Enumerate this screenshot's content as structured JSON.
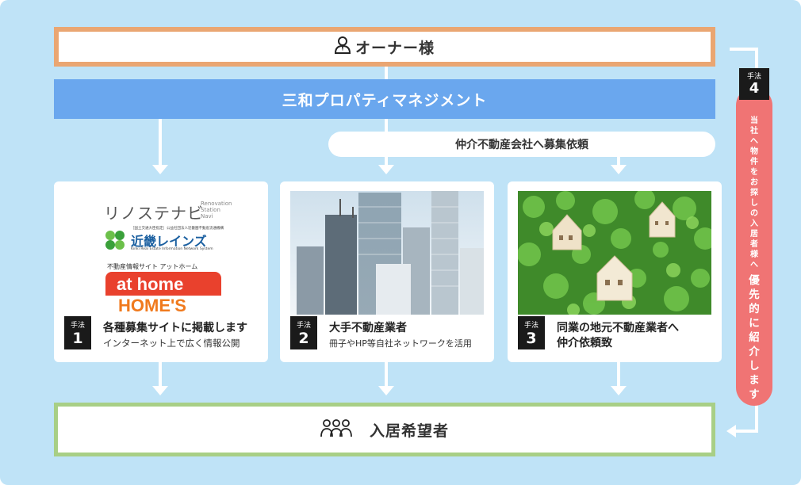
{
  "owner": {
    "label": "オーナー様",
    "icon": "person-icon"
  },
  "company": {
    "label": "三和プロパティマネジメント"
  },
  "request": {
    "label": "仲介不動産会社へ募集依頼"
  },
  "methods": [
    {
      "badge_top": "手法",
      "badge_num": "1",
      "title": "各種募集サイトに掲載します",
      "sub": "インターネット上で広く情報公開",
      "logos": {
        "renostay": "リノステナビ",
        "renostay_en1": "Renovation",
        "renostay_en2": "Station",
        "renostay_en3": "Navi",
        "kinki_small": "［国土交通大臣指定］公益社団法人近畿圏不動産流通機構",
        "kinki": "近畿レインズ",
        "kinki_en": "Kinki Real Estate Information Network System",
        "athome_caption": "不動産情報サイト アットホーム",
        "athome": "at home",
        "homes": "HOME'S"
      }
    },
    {
      "badge_top": "手法",
      "badge_num": "2",
      "title": "大手不動産業者",
      "sub": "冊子やHP等自社ネットワークを活用"
    },
    {
      "badge_top": "手法",
      "badge_num": "3",
      "title": "同業の地元不動産業者へ",
      "title2": "仲介依頼致"
    }
  ],
  "applicant": {
    "label": "入居希望者",
    "icon": "group-icon"
  },
  "method4": {
    "badge_top": "手法",
    "badge_num": "4",
    "text_small": "当社へ物件をお探しの入居者様へ",
    "text_big": "優先的に紹介します"
  },
  "colors": {
    "background": "#bfe3f7",
    "owner_border": "#eaa672",
    "company_bar": "#6aa7ee",
    "applicant_border": "#a8cf86",
    "method4_pill": "#f07474"
  }
}
